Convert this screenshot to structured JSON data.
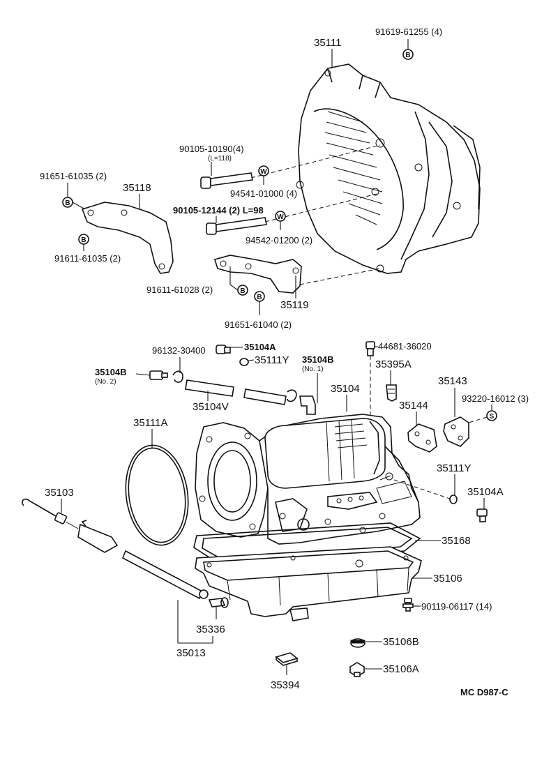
{
  "labels": {
    "l_35111": "35111",
    "l_91619": "91619-61255 (4)",
    "l_90105a": "90105-10190(4)",
    "l_90105a_sub": "(L=118)",
    "l_91651a": "91651-61035 (2)",
    "l_35118": "35118",
    "l_90105b": "90105-12144 (2) L=98",
    "l_94541": "94541-01000 (4)",
    "l_94542": "94542-01200 (2)",
    "l_91611a": "91611-61035 (2)",
    "l_91611b": "91611-61028 (2)",
    "l_35119": "35119",
    "l_91651b": "91651-61040 (2)",
    "l_96132": "96132-30400",
    "l_35104A_top": "35104A",
    "l_44681": "44681-36020",
    "l_35111Y_top": "35111Y",
    "l_35104B_no1": "35104B",
    "l_35104B_no1_sub": "(No. 1)",
    "l_35395A": "35395A",
    "l_35104B_no2": "35104B",
    "l_35104B_no2_sub": "(No. 2)",
    "l_35104": "35104",
    "l_35143": "35143",
    "l_35104V": "35104V",
    "l_35144": "35144",
    "l_93220": "93220-16012 (3)",
    "l_35111A": "35111A",
    "l_35111Y_mid": "35111Y",
    "l_35103": "35103",
    "l_35104A_mid": "35104A",
    "l_35168": "35168",
    "l_35106": "35106",
    "l_90119": "90119-06117 (14)",
    "l_35336": "35336",
    "l_35013": "35013",
    "l_35106B": "35106B",
    "l_35106A": "35106A",
    "l_35394": "35394",
    "l_code": "MC D987-C"
  },
  "markers": {
    "B": "B",
    "W": "W",
    "S": "S"
  }
}
